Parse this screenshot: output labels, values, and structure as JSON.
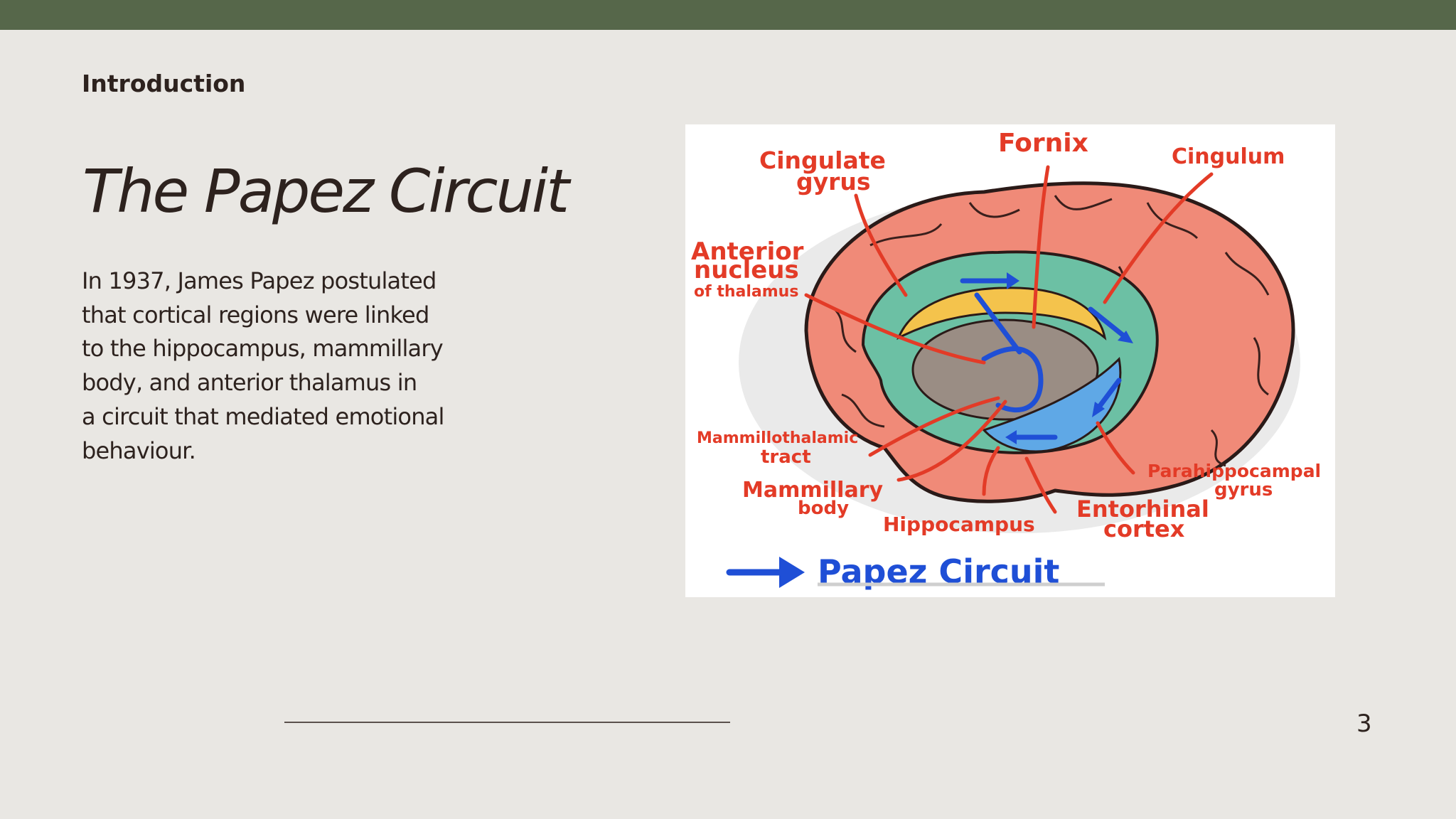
{
  "slide": {
    "section_label": "Introduction",
    "title": "The Papez Circuit",
    "body_lines": [
      "In 1937, James Papez postulated",
      "that cortical regions were linked",
      "to the hippocampus, mammillary",
      "body, and anterior thalamus in",
      "a circuit that mediated emotional",
      "behaviour."
    ],
    "page_number": "3"
  },
  "figure": {
    "labels": {
      "fornix": "Fornix",
      "cingulate_1": "Cingulate",
      "cingulate_2": "gyrus",
      "cingulum": "Cingulum",
      "anterior_1": "Anterior",
      "anterior_2": "nucleus",
      "anterior_3": "of thalamus",
      "mammillothalamic_1": "Mammillothalamic",
      "mammillothalamic_2": "tract",
      "mammillary_1": "Mammillary",
      "mammillary_2": "body",
      "hippocampus": "Hippocampus",
      "entorhinal_1": "Entorhinal",
      "entorhinal_2": "cortex",
      "parahippocampal_1": "Parahippocampal",
      "parahippocampal_2": "gyrus"
    },
    "legend_label": "Papez Circuit"
  },
  "colors": {
    "top_bar": "#56674a",
    "background": "#e9e7e3",
    "text": "#2d221e",
    "label_red": "#e33b27",
    "circuit_blue": "#1f4fd6"
  }
}
